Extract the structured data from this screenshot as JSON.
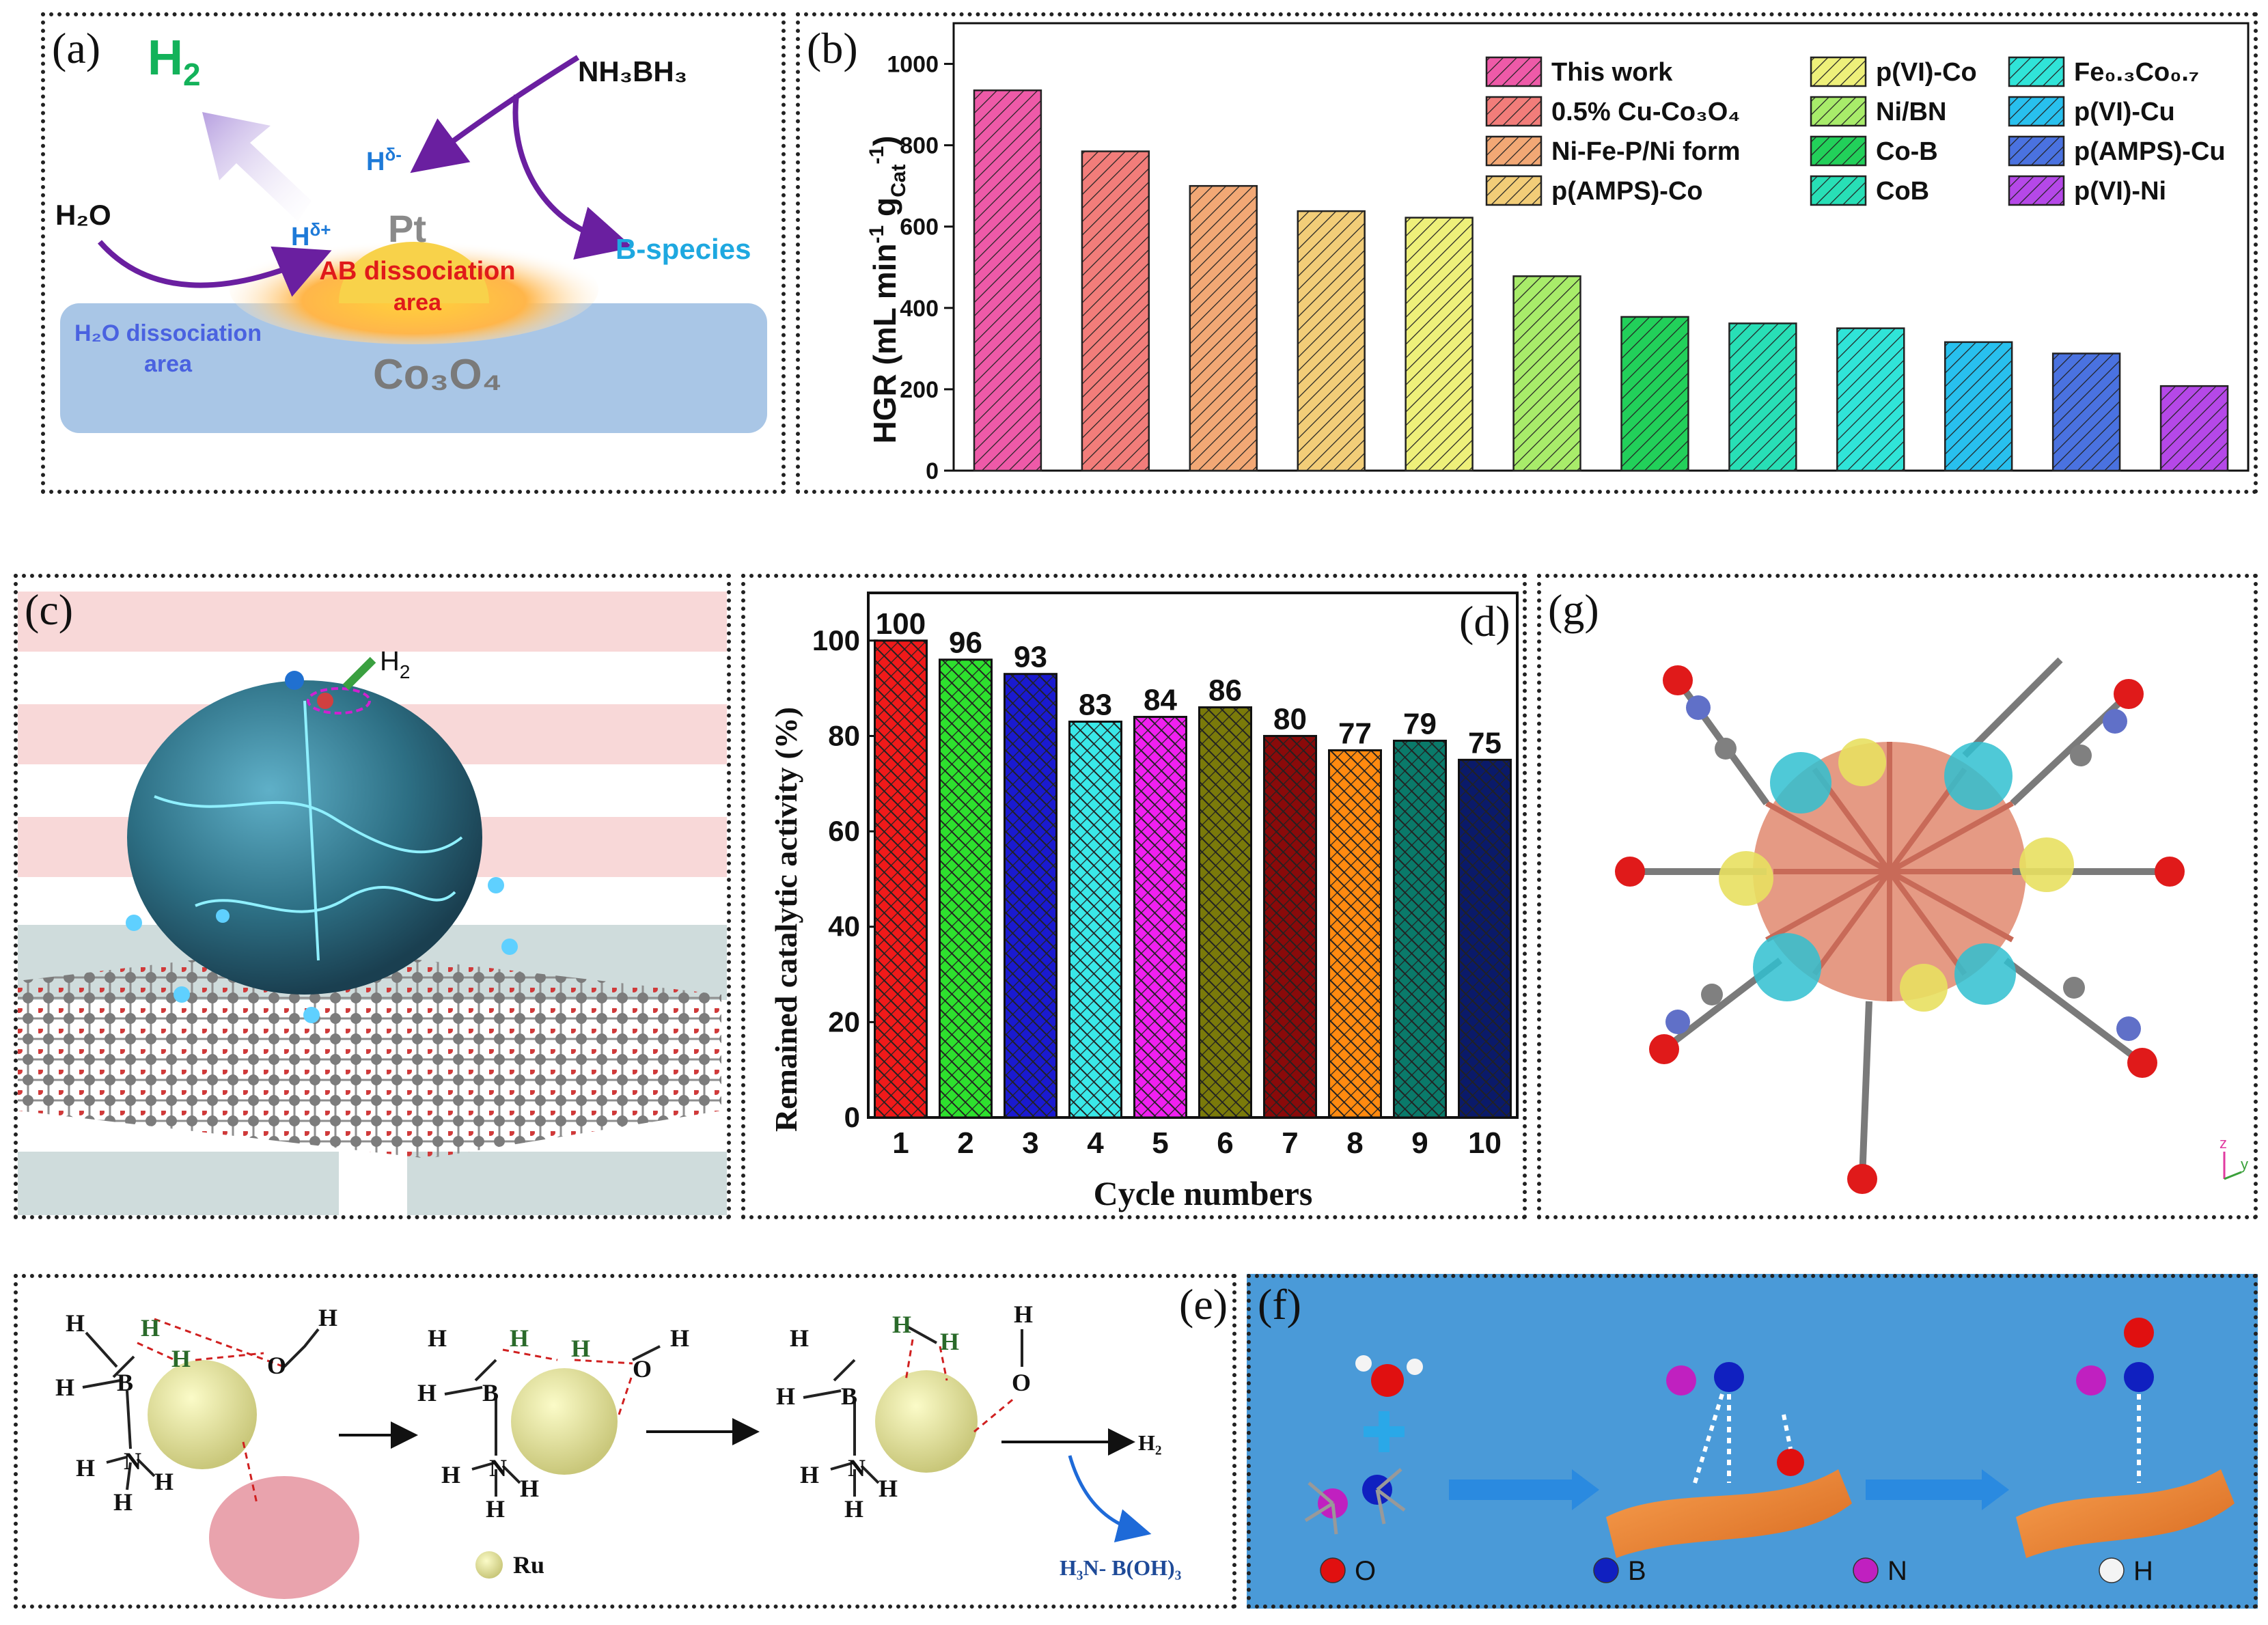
{
  "panels": {
    "a": {
      "label": "(a)",
      "h2": "H",
      "h2_sub": "2",
      "nh3bh3": "NH₃BH₃",
      "h2o": "H₂O",
      "h_minus": "H",
      "h_minus_sup": "δ-",
      "h_plus": "H",
      "h_plus_sup": "δ+",
      "pt": "Pt",
      "ab_line1": "AB dissociation",
      "ab_line2": "area",
      "bspecies": "B-species",
      "h2o_area_line1": "H₂O dissociation",
      "h2o_area_line2": "area",
      "co3o4": "Co₃O₄"
    },
    "c": {
      "label": "(c)",
      "h2": "H",
      "h2_sub": "2"
    },
    "d": {
      "label": "(d)"
    },
    "e": {
      "label": "(e)",
      "ru": "Ru",
      "h2": "H₂",
      "product": "H₃N- B(OH)₃",
      "atom_H": "H",
      "atom_B": "B",
      "atom_N": "N",
      "atom_O": "O"
    },
    "f": {
      "label": "(f)",
      "legend": [
        {
          "label": "O",
          "color": "#e01010"
        },
        {
          "label": "B",
          "color": "#1020c0"
        },
        {
          "label": "N",
          "color": "#c020c0"
        },
        {
          "label": "H",
          "color": "#f4f4f4"
        }
      ]
    },
    "g": {
      "label": "(g)",
      "axis_z": "z",
      "axis_y": "y"
    }
  },
  "chart_data": [
    {
      "panel": "b",
      "label": "(b)",
      "type": "bar",
      "ylabel_main": "HGR (mL min",
      "ylabel_sup1": "-1",
      "ylabel_mid": " g",
      "ylabel_sub": "Cat",
      "ylabel_sup2": "-1",
      "ylabel_end": ")",
      "ylim": [
        0,
        1100
      ],
      "yticks": [
        0,
        200,
        400,
        600,
        800,
        1000
      ],
      "hatched": true,
      "series": [
        {
          "name": "This work",
          "value": 935,
          "color": "#ee5aa8"
        },
        {
          "name": "0.5% Cu-Co₃O₄",
          "value": 785,
          "color": "#f27d7a"
        },
        {
          "name": "Ni-Fe-P/Ni form",
          "value": 700,
          "color": "#f2a875"
        },
        {
          "name": "p(AMPS)-Co",
          "value": 638,
          "color": "#f2cd78"
        },
        {
          "name": "p(VI)-Co",
          "value": 622,
          "color": "#eef07a"
        },
        {
          "name": "Ni/BN",
          "value": 478,
          "color": "#a8ec6a"
        },
        {
          "name": "Co-B",
          "value": 378,
          "color": "#22d05a"
        },
        {
          "name": "CoB",
          "value": 362,
          "color": "#28dfb6"
        },
        {
          "name": "Fe₀.₃Co₀.₇",
          "value": 350,
          "color": "#30e4d8"
        },
        {
          "name": "p(VI)-Cu",
          "value": 316,
          "color": "#28c0ee"
        },
        {
          "name": "p(AMPS)-Cu",
          "value": 288,
          "color": "#4a72e0"
        },
        {
          "name": "p(VI)-Ni",
          "value": 208,
          "color": "#b548e8"
        }
      ]
    },
    {
      "panel": "d",
      "label": "(d)",
      "type": "bar",
      "xlabel": "Cycle numbers",
      "ylabel": "Remained catalytic activity (%)",
      "ylim": [
        0,
        110
      ],
      "yticks": [
        0,
        20,
        40,
        60,
        80,
        100
      ],
      "categories": [
        "1",
        "2",
        "3",
        "4",
        "5",
        "6",
        "7",
        "8",
        "9",
        "10"
      ],
      "values": [
        100,
        96,
        93,
        83,
        84,
        86,
        80,
        77,
        79,
        75
      ],
      "data_labels": [
        "100",
        "96",
        "93",
        "83",
        "84",
        "86",
        "80",
        "77",
        "79",
        "75"
      ],
      "colors": [
        "#f01a1a",
        "#2ee02e",
        "#1a1ad0",
        "#3ae8e8",
        "#f020f0",
        "#7a7a0a",
        "#8a0a0a",
        "#ff8a10",
        "#0a7a6a",
        "#0a1a6a"
      ]
    }
  ]
}
